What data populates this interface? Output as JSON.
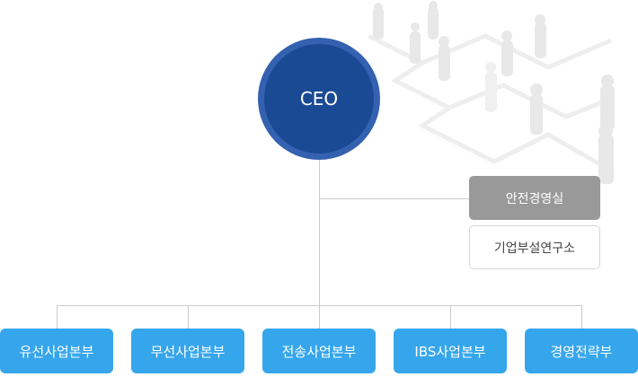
{
  "ceo": {
    "label": "CEO"
  },
  "staff": [
    {
      "label": "안전경영실"
    },
    {
      "label": "기업부설연구소"
    }
  ],
  "departments": [
    {
      "label": "유선사업본부"
    },
    {
      "label": "무선사업본부"
    },
    {
      "label": "전송사업본부"
    },
    {
      "label": "IBS사업본부"
    },
    {
      "label": "경영전략부"
    }
  ],
  "colors": {
    "ceo_outer": "#3461b0",
    "ceo_inner": "#1b4a94",
    "staff_gray": "#999999",
    "dept_blue": "#36a6ec"
  }
}
